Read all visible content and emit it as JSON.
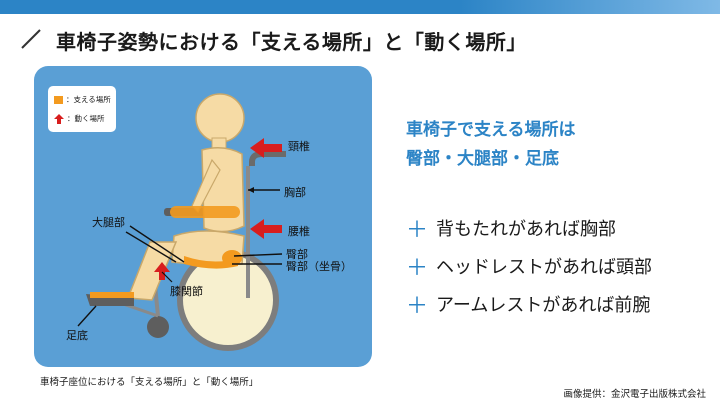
{
  "title": "車椅子姿勢における「支える場所」と「動く場所」",
  "legend": {
    "support": "：支える場所",
    "move": "：動く場所"
  },
  "labels": {
    "neck": "頸椎",
    "chest": "胸部",
    "lumbar": "腰椎",
    "buttock": "臀部",
    "buttock_bone": "臀部（坐骨）",
    "thigh": "大腿部",
    "knee": "膝関節",
    "sole": "足底"
  },
  "caption": "車椅子座位における「支える場所」と「動く場所」",
  "headline": {
    "line1": "車椅子で支える場所は",
    "line2": "臀部・大腿部・足底"
  },
  "bullets": [
    "背もたれがあれば胸部",
    "ヘッドレストがあれば頭部",
    "アームレストがあれば前腕"
  ],
  "credit": "画像提供：金沢電子出版株式会社",
  "colors": {
    "accent": "#2c84c6",
    "panel": "#5a9fd5",
    "support": "#f39a1f",
    "move": "#d81e1e",
    "body": "#f6dba5"
  }
}
